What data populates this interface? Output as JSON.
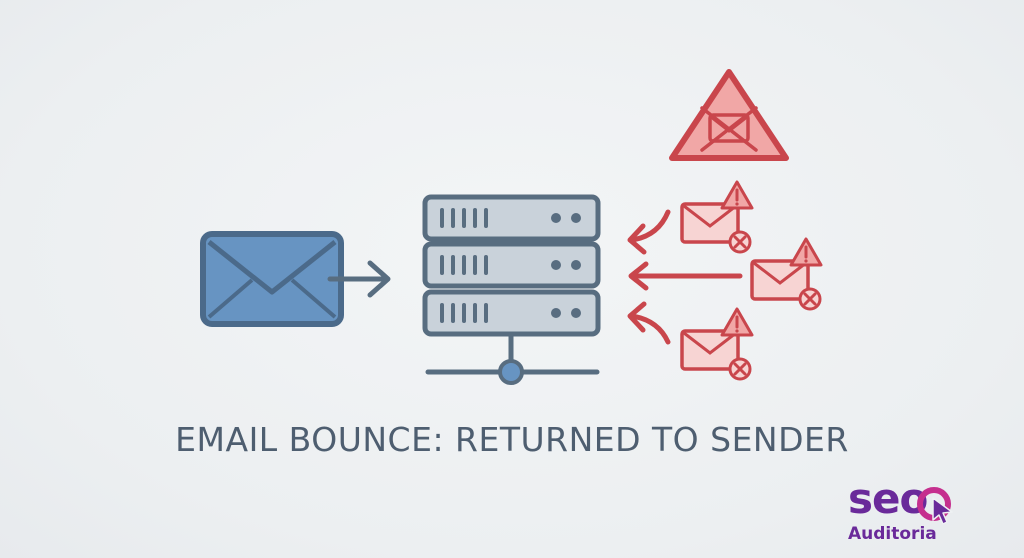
{
  "caption": "EMAIL BOUNCE: RETURNED TO SENDER",
  "logo": {
    "main": "seo",
    "sub": "Auditoria"
  },
  "colors": {
    "blue": "#6794c2",
    "blue_dark": "#4b6a8a",
    "server_fill": "#c9d2da",
    "server_stroke": "#586d80",
    "red": "#c9464c",
    "red_fill": "#f1a7a6",
    "text": "#4e5e70",
    "logo_purple": "#6a2a9a",
    "logo_magenta": "#c52f8e"
  },
  "icons": {
    "sender": "envelope-icon",
    "server": "server-icon",
    "warning": "warning-triangle-icon",
    "bounced": "bounced-envelope-icon"
  }
}
